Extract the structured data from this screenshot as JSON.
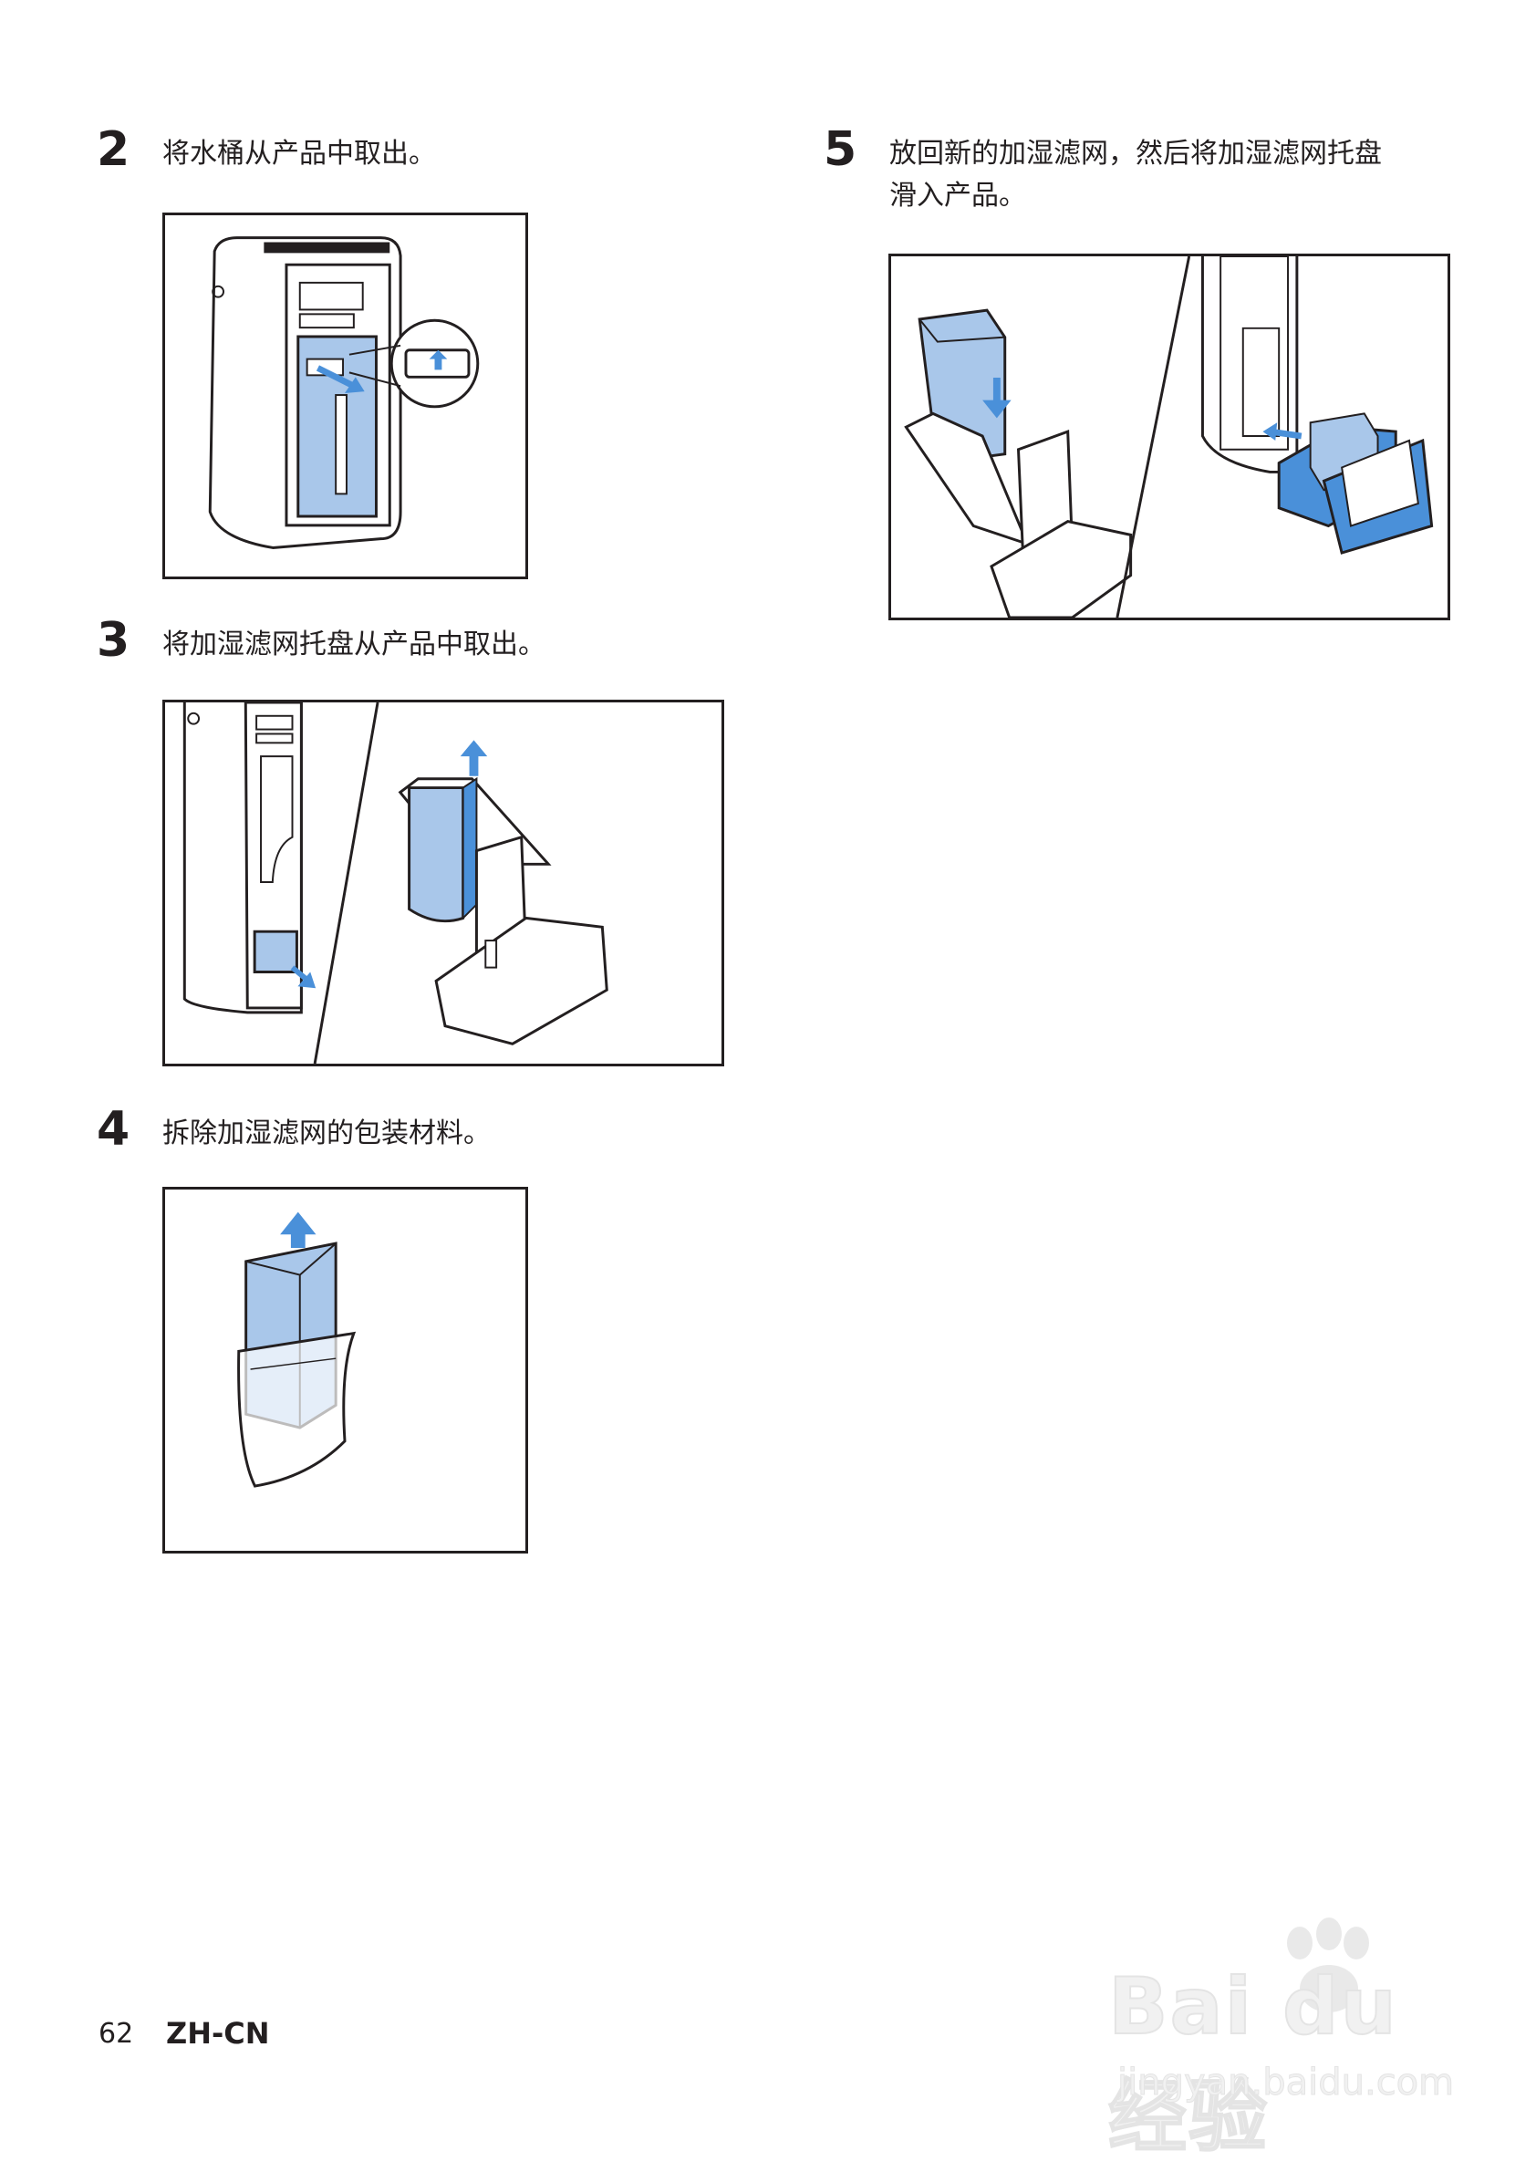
{
  "steps": [
    {
      "number": "2",
      "text": "将水桶从产品中取出。"
    },
    {
      "number": "3",
      "text": "将加湿滤网托盘从产品中取出。"
    },
    {
      "number": "4",
      "text": "拆除加湿滤网的包装材料。"
    },
    {
      "number": "5",
      "text_line1": "放回新的加湿滤网，然后将加湿滤网托盘",
      "text_line2": "滑入产品。"
    }
  ],
  "footer": {
    "page_number": "62",
    "language": "ZH-CN"
  },
  "watermark": {
    "brand": "Bai du 经验",
    "url": "jingyan.baidu.com"
  },
  "colors": {
    "accent_blue": "#4a90d9",
    "filter_blue": "#a9c7ea",
    "line": "#231f20"
  }
}
